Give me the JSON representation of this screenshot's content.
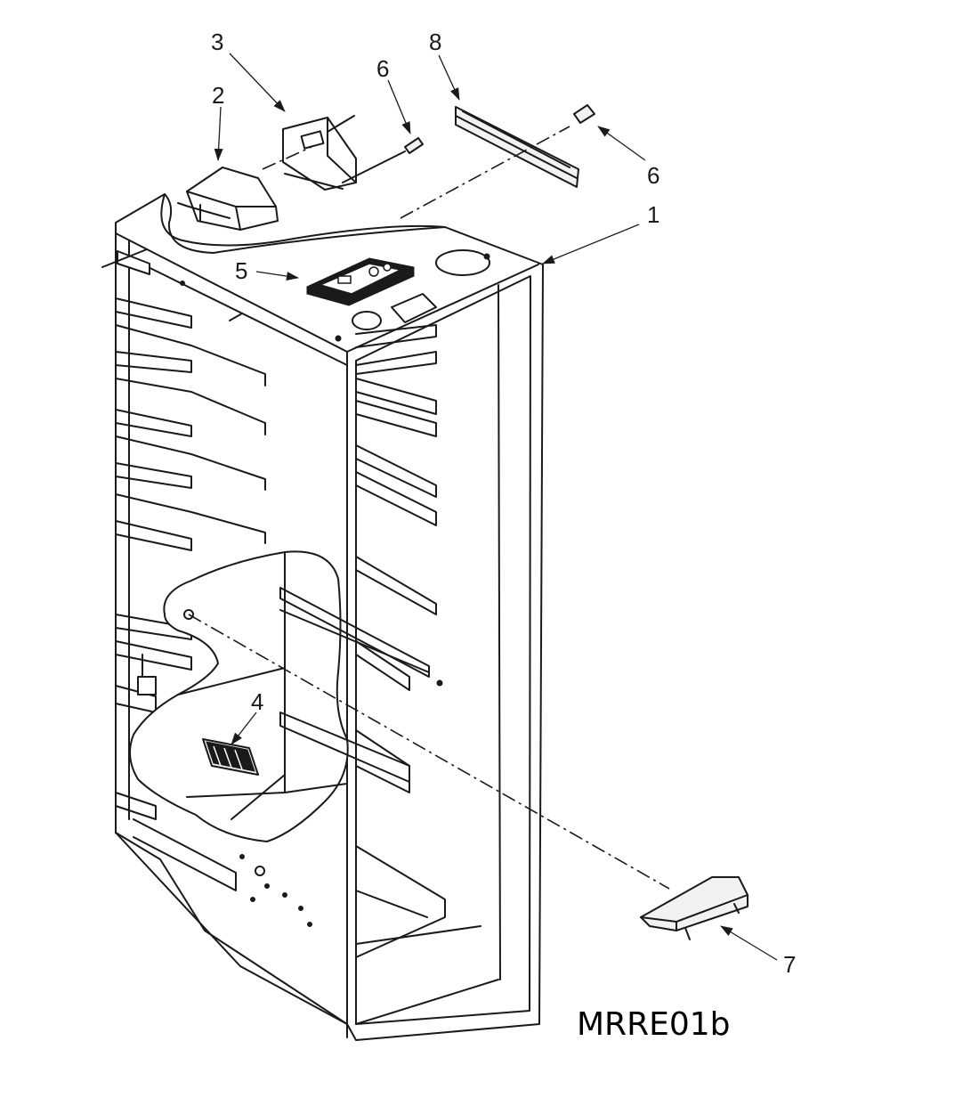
{
  "diagram": {
    "code": "MRRE01b",
    "callouts": [
      {
        "id": "callout-1",
        "label": "1"
      },
      {
        "id": "callout-2",
        "label": "2"
      },
      {
        "id": "callout-3",
        "label": "3"
      },
      {
        "id": "callout-4",
        "label": "4"
      },
      {
        "id": "callout-5",
        "label": "5"
      },
      {
        "id": "callout-6a",
        "label": "6"
      },
      {
        "id": "callout-6b",
        "label": "6"
      },
      {
        "id": "callout-7",
        "label": "7"
      },
      {
        "id": "callout-8",
        "label": "8"
      }
    ]
  }
}
